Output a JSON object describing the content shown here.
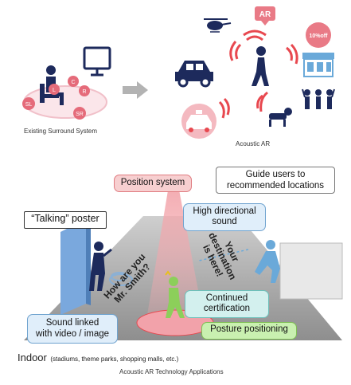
{
  "top_left": {
    "caption": "Existing Surround System",
    "speakers": [
      "SL",
      "L",
      "C",
      "R",
      "SR"
    ]
  },
  "top_right": {
    "caption": "Acoustic AR",
    "sale_sign": "10%off"
  },
  "bottom": {
    "callouts": {
      "position_system": "Position system",
      "guide_line1": "Guide users to",
      "guide_line2": "recommended locations",
      "talking_poster": "“Talking” poster",
      "high_dir_line1": "High directional",
      "high_dir_line2": "sound",
      "sound_linked_line1": "Sound linked",
      "sound_linked_line2": "with video / image",
      "continued_line1": "Continued",
      "continued_line2": "certification",
      "posture": "Posture positioning"
    },
    "rotated": {
      "how_line1": "How are you",
      "how_line2": "Mr. Smith?",
      "dest_line1": "Your",
      "dest_line2": "destination",
      "dest_line3": "is here!"
    },
    "indoor_label": "Indoor",
    "indoor_sub": "(stadiums, theme parks, shopping malls, etc.)",
    "figure_caption": "Acoustic AR Technology Applications"
  },
  "colors": {
    "callout_blue": "#e0eefa",
    "callout_green": "#c9f0b0",
    "callout_pink": "#f7cfd0",
    "sound_wave": "#e8484f",
    "figure_navy": "#1d2a5c",
    "floor_gray": "#9a9a9a"
  }
}
